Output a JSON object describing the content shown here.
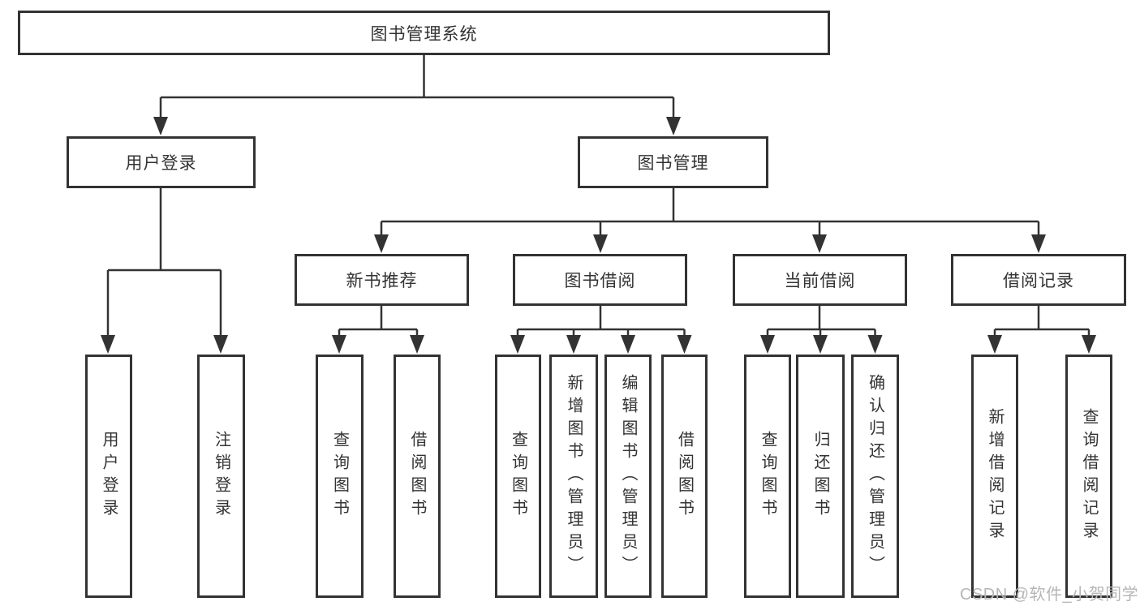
{
  "diagram": {
    "root": {
      "label": "图书管理系统"
    },
    "level2": [
      {
        "label": "用户登录"
      },
      {
        "label": "图书管理"
      }
    ],
    "level3": [
      {
        "label": "新书推荐"
      },
      {
        "label": "图书借阅"
      },
      {
        "label": "当前借阅"
      },
      {
        "label": "借阅记录"
      }
    ],
    "leaves": {
      "user_login": [
        "用户登录",
        "注销登录"
      ],
      "new_book": [
        "查询图书",
        "借阅图书"
      ],
      "book_borrow": [
        "查询图书",
        "新增图书（管理员）",
        "编辑图书（管理员）",
        "借阅图书"
      ],
      "current_borrow": [
        "查询图书",
        "归还图书",
        "确认归还（管理员）"
      ],
      "borrow_records": [
        "新增借阅记录",
        "查询借阅记录"
      ]
    }
  },
  "watermark": {
    "text": "CSDN @软件_小贺同学"
  },
  "colors": {
    "line": "#333333",
    "text": "#333333",
    "box_bg": "#ffffff",
    "watermark": "#b6b6b6"
  }
}
